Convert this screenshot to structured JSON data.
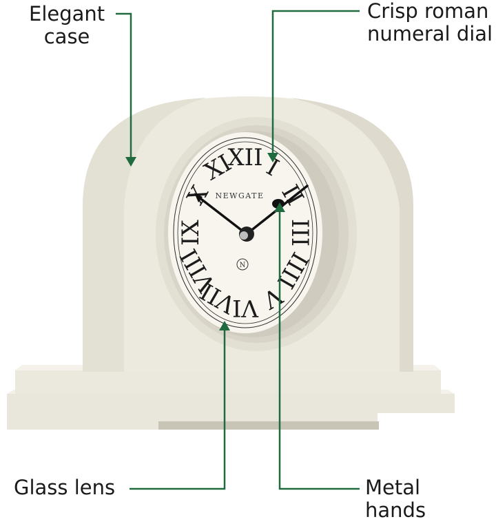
{
  "callouts": {
    "case": {
      "line1": "Elegant",
      "line2": "case"
    },
    "dial": {
      "line1": "Crisp roman",
      "line2": "numeral dial"
    },
    "lens": {
      "line1": "Glass lens"
    },
    "hands": {
      "line1": "Metal",
      "line2": "hands"
    }
  },
  "dial_brand": "NEWGATE",
  "dial_logo": "N",
  "numerals": [
    "XII",
    "I",
    "II",
    "III",
    "IIII",
    "V",
    "VI",
    "VII",
    "VIII",
    "IX",
    "X",
    "XI"
  ],
  "colors": {
    "arrow": "#1f6b3f",
    "case": "#efece2",
    "case_shadow": "#dcd8cb",
    "dial_face": "#f7f5ee",
    "numeral": "#1b1b1b"
  }
}
